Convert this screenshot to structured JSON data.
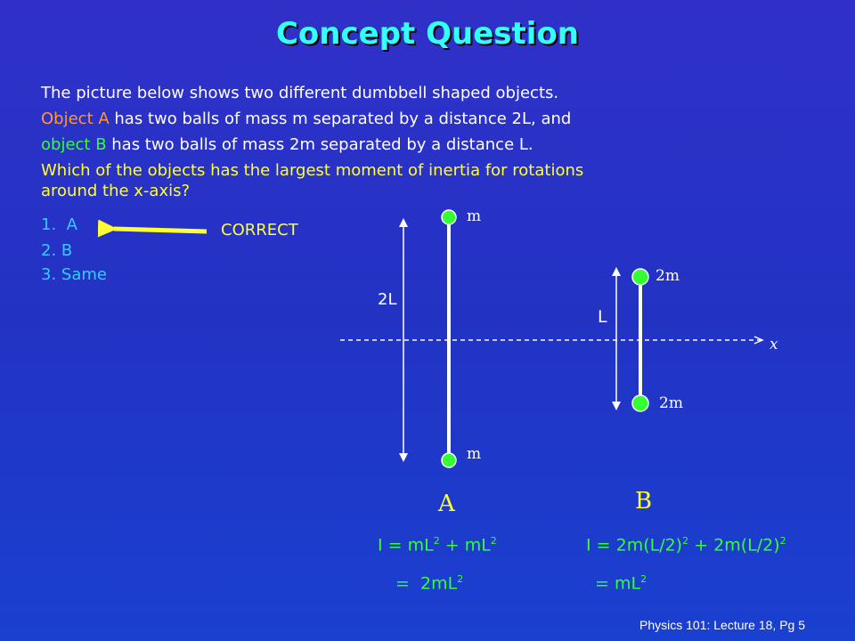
{
  "title": "Concept Question",
  "question": {
    "line1": "The picture below shows two different dumbbell shaped objects.",
    "line2_a": "Object A",
    "line2_b": " has two balls of mass m separated by a distance 2L, and",
    "line3_a": "object B",
    "line3_b": " has two balls of mass 2m separated by a distance L.",
    "line4": "Which of the objects has the largest moment of inertia for rotations",
    "line5": "around the x-axis?"
  },
  "options": [
    "1.  A",
    "2. B",
    "3. Same"
  ],
  "correct_label": "CORRECT",
  "diagram": {
    "object_a": {
      "top_mass": "m",
      "bottom_mass": "m",
      "length": "2L",
      "name": "A"
    },
    "object_b": {
      "top_mass": "2m",
      "bottom_mass": "2m",
      "length": "L",
      "name": "B"
    },
    "axis": "x"
  },
  "equations": {
    "a_line1_parts": [
      "I = mL",
      "2",
      " + mL",
      "2"
    ],
    "a_line2_parts": [
      "=  2mL",
      "2"
    ],
    "b_line1_parts": [
      "I = 2m(L/2)",
      "2",
      " + 2m(L/2)",
      "2"
    ],
    "b_line2_parts": [
      "= mL",
      "2"
    ]
  },
  "footer": "Physics 101: Lecture 18, Pg 5",
  "colors": {
    "title": "#33ffff",
    "object_a": "#ff9933",
    "object_b": "#33ff33",
    "question_highlight": "#ffff33",
    "options": "#33ccff",
    "ball": "#33ff33"
  }
}
